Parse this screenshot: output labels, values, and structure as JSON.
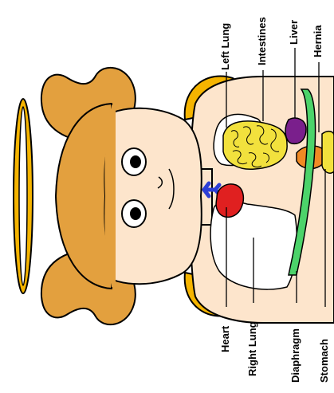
{
  "diagram": {
    "labels": {
      "left_lung": "Left Lung",
      "intestines": "Intestines",
      "liver": "Liver",
      "hernia": "Hernia",
      "heart": "Heart",
      "right_lung": "Right Lung",
      "diaphragm": "Diaphragm",
      "stomach": "Stomach"
    },
    "colors": {
      "hair": "#e3a03e",
      "halo": "#f5b400",
      "skin": "#fde5cc",
      "ears": "#f5b400",
      "intestines": "#f2e13d",
      "liver": "#7a1f8c",
      "stomach": "#f08a24",
      "diaphragm": "#4cd36a",
      "heart": "#e02020",
      "vessels": "#2d3fd6",
      "lungs": "#ffffff"
    }
  }
}
